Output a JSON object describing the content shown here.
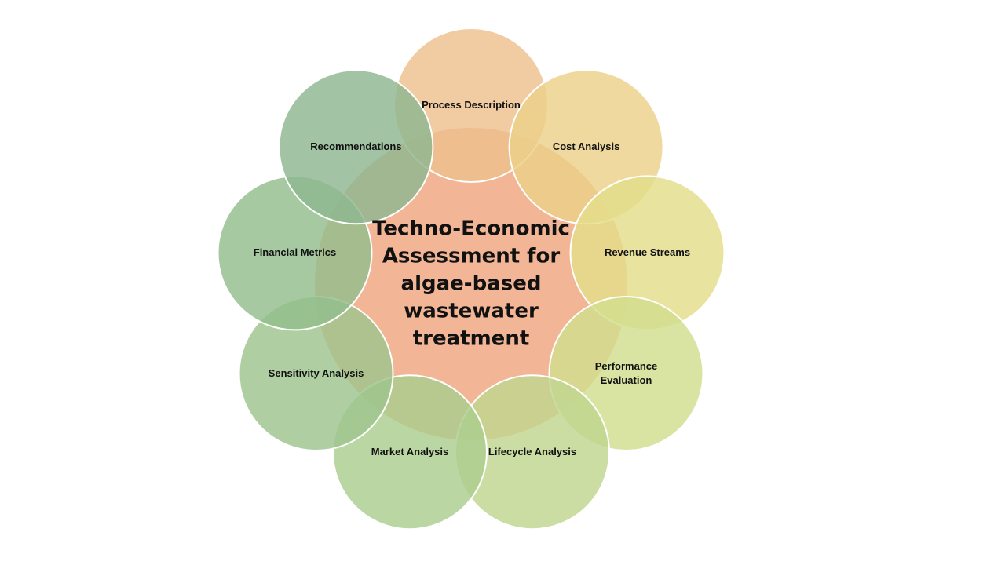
{
  "center": {
    "title_lines": [
      "Techno-Economic",
      "Assessment for",
      "algae-based",
      "wastewater",
      "treatment"
    ],
    "color": "#F2B697"
  },
  "nodes": [
    {
      "id": "process-description",
      "lines": [
        "Process Description"
      ],
      "color": "#EEC08D"
    },
    {
      "id": "cost-analysis",
      "lines": [
        "Cost Analysis"
      ],
      "color": "#ECD189"
    },
    {
      "id": "revenue-streams",
      "lines": [
        "Revenue Streams"
      ],
      "color": "#E3DE8A"
    },
    {
      "id": "performance-evaluation",
      "lines": [
        "Performance",
        "Evaluation"
      ],
      "color": "#D2DE8E"
    },
    {
      "id": "lifecycle-analysis",
      "lines": [
        "Lifecycle Analysis"
      ],
      "color": "#BFD58F"
    },
    {
      "id": "market-analysis",
      "lines": [
        "Market Analysis"
      ],
      "color": "#ABCD8E"
    },
    {
      "id": "sensitivity-analysis",
      "lines": [
        "Sensitivity Analysis"
      ],
      "color": "#9EC58D"
    },
    {
      "id": "financial-metrics",
      "lines": [
        "Financial Metrics"
      ],
      "color": "#92BD8C"
    },
    {
      "id": "recommendations",
      "lines": [
        "Recommendations"
      ],
      "color": "#8DB790"
    }
  ]
}
